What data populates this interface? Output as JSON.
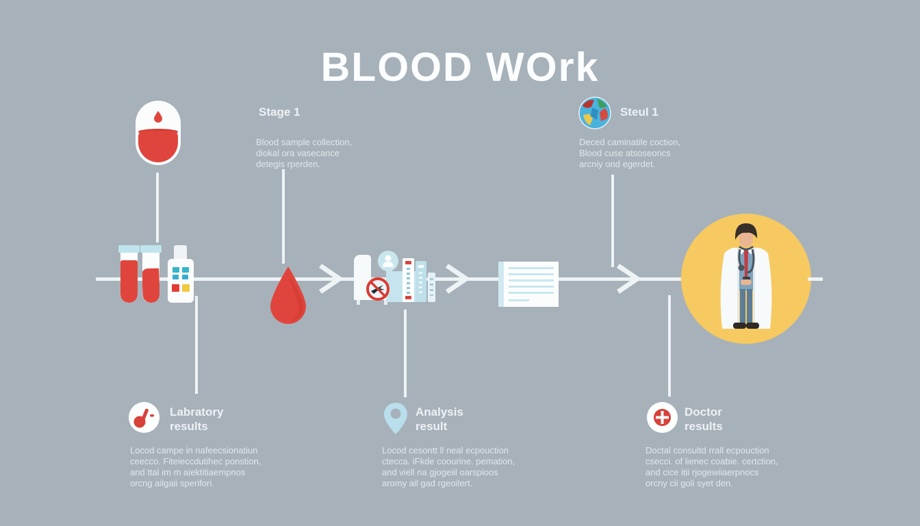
{
  "title": "BLOOD WOrk",
  "colors": {
    "background": "#a7b1ba",
    "accent_red": "#e0453d",
    "light_blue": "#c6e4ee",
    "yellow_circle": "#f6c961",
    "white": "#fbfdfd"
  },
  "stage1": {
    "heading": "Stage 1",
    "body": "Blood sample collection,\ndiokal ora vasecance\ndetegis rperden."
  },
  "step1": {
    "heading": "Steul 1",
    "body": "Deced caminatile coction,\nBlood cuse atsoseoncs\narcniy ond egerdet."
  },
  "sections": [
    {
      "id": "laboratory-results",
      "icon": "lab-dropper-icon",
      "heading": "Labratory\nresults",
      "body": "Locod campe in nafeecsionatiun\nceecco. Fiteieccdutihec ponstion,\nand ttal im m aiektitiaempnos\norcng ailgaii sperifori."
    },
    {
      "id": "analysis-result",
      "icon": "map-pin-icon",
      "heading": "Analysis\nresult",
      "body": "Locod cesontt ll neal ecpouction\nctecca. iFkde coourine. pemation,\nand viell na gjogeiil oarspioos\naromy ail gad rgeoilert."
    },
    {
      "id": "doctor-results",
      "icon": "medical-cross-icon",
      "heading": "Doctor\nresults",
      "body": "Doctal consultd rrall ecpouction\ncsecci. of lienec coabie. certction,\nand cice itii rjogewiiaerpnocs\norcny cii goli syet den."
    }
  ],
  "icons": [
    "blood-bag-icon",
    "blood-drop-icon",
    "test-tubes-icon",
    "vial-icon",
    "globe-icon",
    "person-circle-icon",
    "prohibition-icon",
    "chair-icon",
    "desk-icon",
    "books-icon",
    "document-icon",
    "doctor-illustration",
    "lab-dropper-icon",
    "map-pin-icon",
    "medical-cross-icon",
    "arrow-icon"
  ]
}
